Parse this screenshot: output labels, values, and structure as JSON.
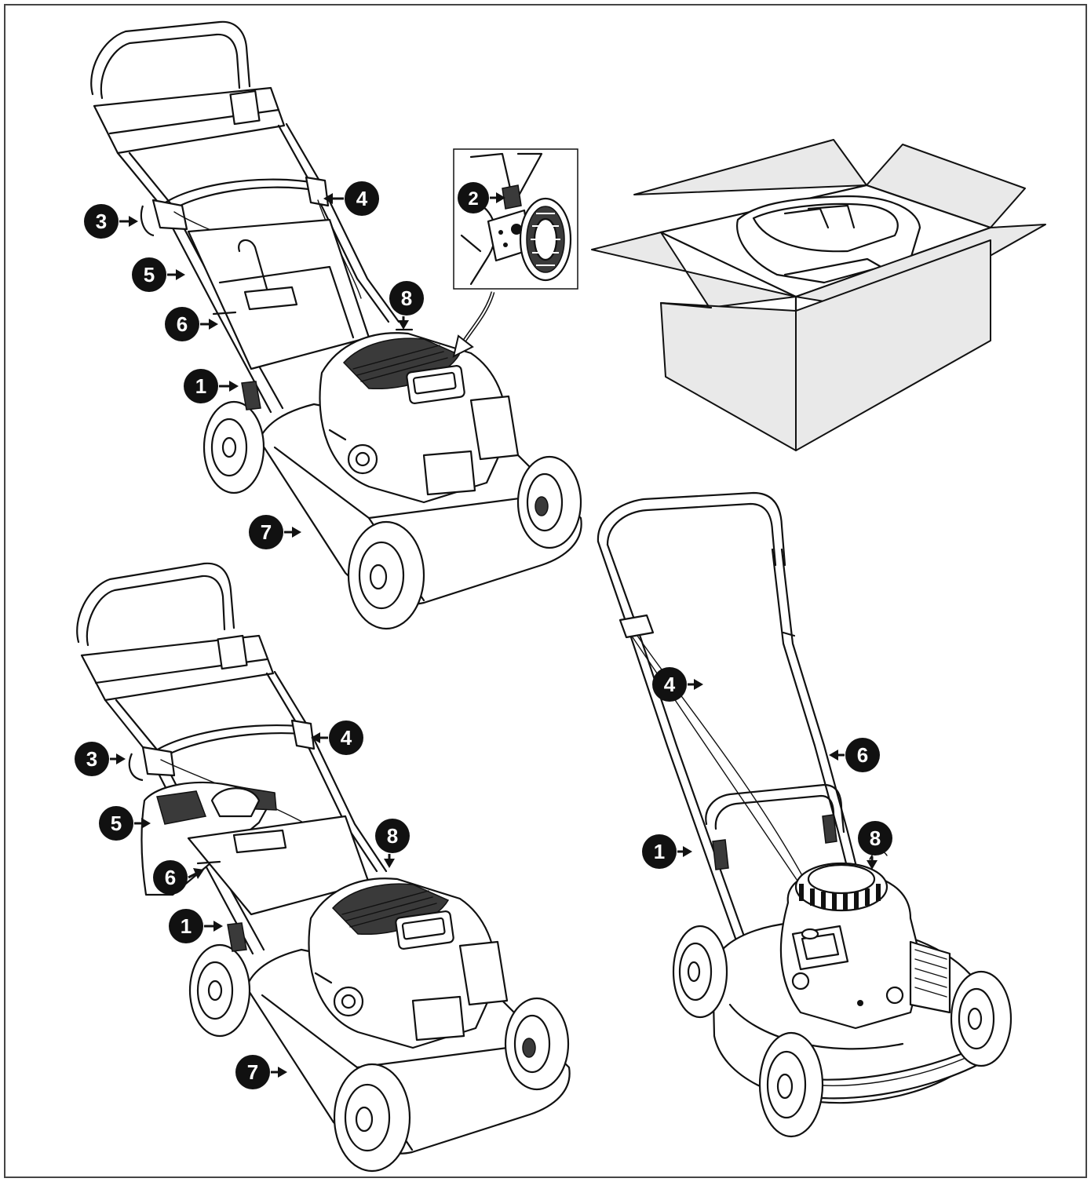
{
  "diagram": {
    "figures": [
      {
        "id": "mower-top-left",
        "callouts": [
          "1",
          "2",
          "3",
          "4",
          "5",
          "6",
          "7",
          "8"
        ]
      },
      {
        "id": "mower-bottom-left",
        "callouts": [
          "1",
          "3",
          "4",
          "5",
          "6",
          "7",
          "8"
        ]
      },
      {
        "id": "mower-right",
        "callouts": [
          "1",
          "4",
          "6",
          "8"
        ]
      },
      {
        "id": "packaging-box",
        "callouts": []
      }
    ],
    "labels": {
      "n1": "1",
      "n2": "2",
      "n3": "3",
      "n4": "4",
      "n5": "5",
      "n6": "6",
      "n7": "7",
      "n8": "8"
    },
    "colors": {
      "line": "#111111",
      "callout_fill": "#111111",
      "callout_text": "#ffffff",
      "box_fill": "#e9e9e9",
      "border": "#444444"
    }
  }
}
